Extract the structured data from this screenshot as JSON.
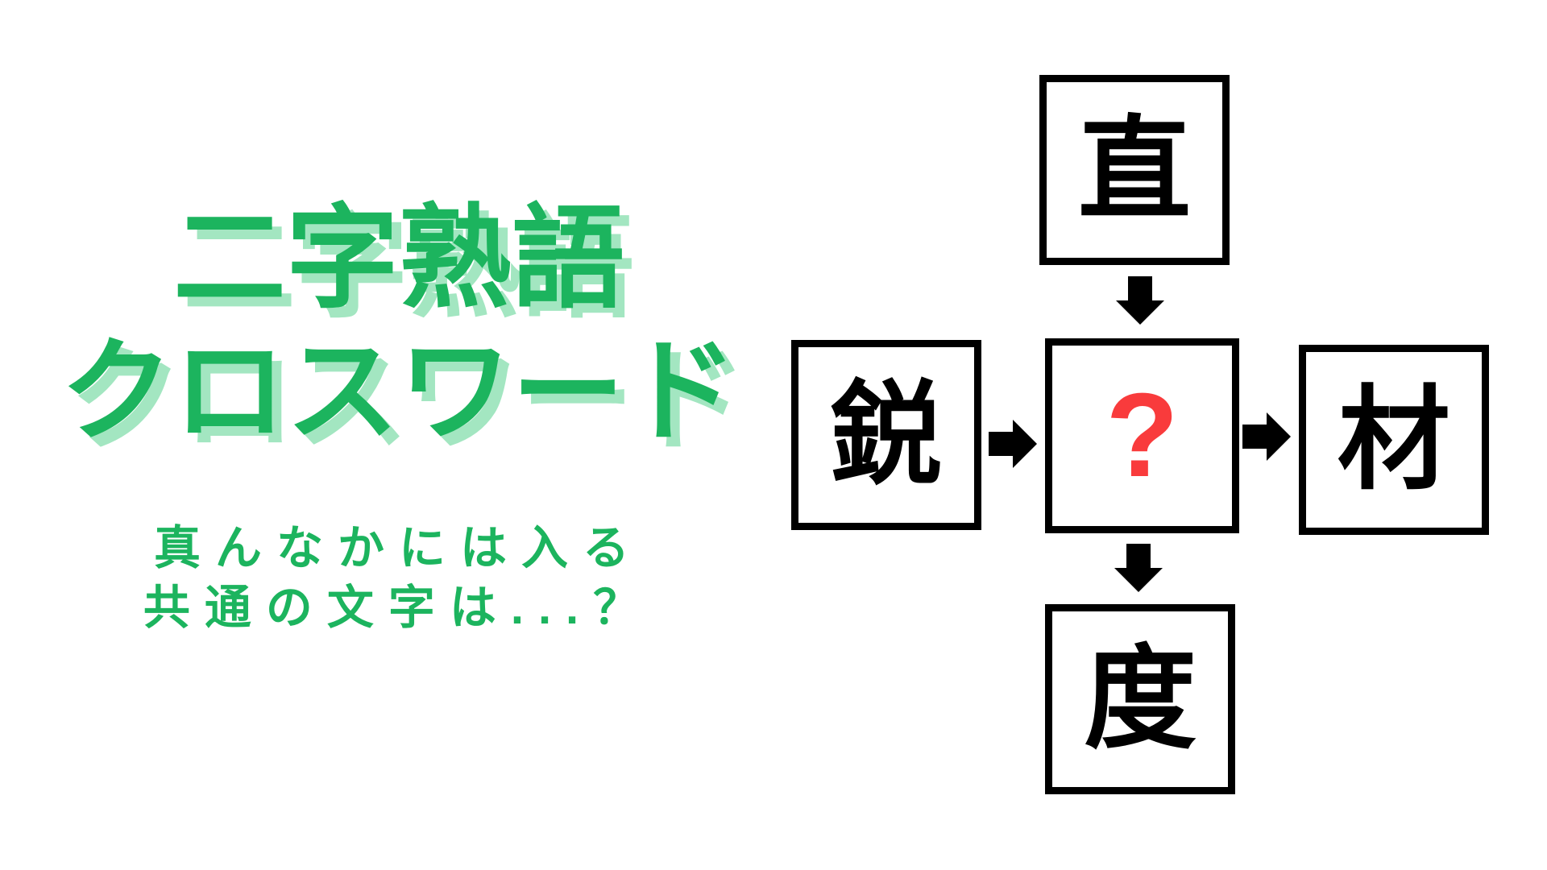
{
  "colors": {
    "green": "#1CB45E",
    "green_shadow": "#A3E6C1",
    "red": "#F93B3C",
    "ink": "#000000",
    "bg": "#FFFFFF"
  },
  "title": {
    "line1": "二字熟語",
    "line2": "クロスワード"
  },
  "subtitle": {
    "line1": "真んなかには入る",
    "line2": "共通の文字は...？"
  },
  "puzzle": {
    "center_cell": {
      "char": "?",
      "color": "#F93B3C",
      "meaning": "unknown common character"
    },
    "top_cell": {
      "char": "直"
    },
    "left_cell": {
      "char": "鋭"
    },
    "right_cell": {
      "char": "材"
    },
    "bottom_cell": {
      "char": "度"
    },
    "arrows": [
      {
        "name": "top-to-center",
        "direction": "down"
      },
      {
        "name": "left-to-center",
        "direction": "right"
      },
      {
        "name": "center-to-right",
        "direction": "right"
      },
      {
        "name": "center-to-bottom",
        "direction": "down"
      }
    ],
    "box_border_color": "#000000"
  }
}
